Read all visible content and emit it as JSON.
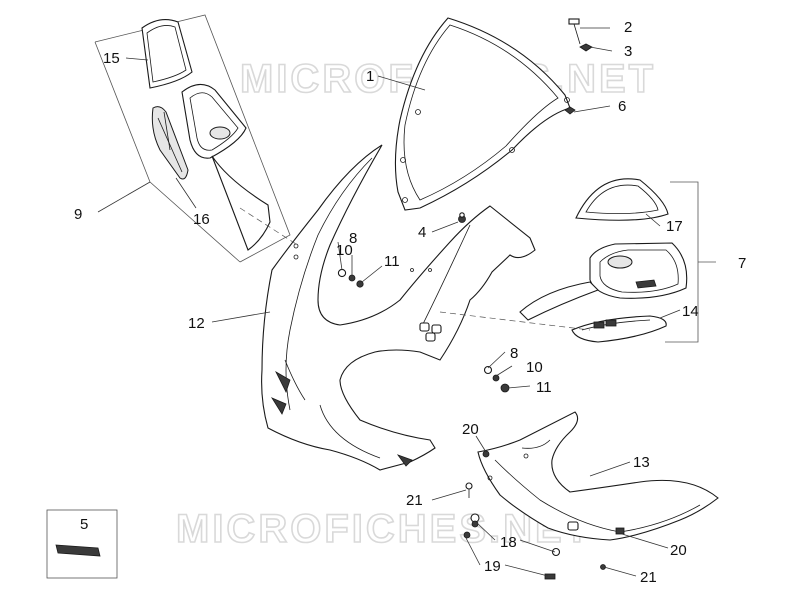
{
  "watermark": {
    "text": "MICROFICHES.NET"
  },
  "callouts": {
    "c1": "1",
    "c2": "2",
    "c3": "3",
    "c4": "4",
    "c5": "5",
    "c6": "6",
    "c7": "7",
    "c8a": "8",
    "c8b": "8",
    "c9": "9",
    "c10a": "10",
    "c10b": "10",
    "c11a": "11",
    "c11b": "11",
    "c12": "12",
    "c13": "13",
    "c14": "14",
    "c15": "15",
    "c16": "16",
    "c17": "17",
    "c18": "18",
    "c19": "19",
    "c20a": "20",
    "c20b": "20",
    "c21a": "21",
    "c21b": "21"
  },
  "colors": {
    "line": "#1a1a1a",
    "watermark": "#d9d9d9",
    "background": "#ffffff"
  }
}
